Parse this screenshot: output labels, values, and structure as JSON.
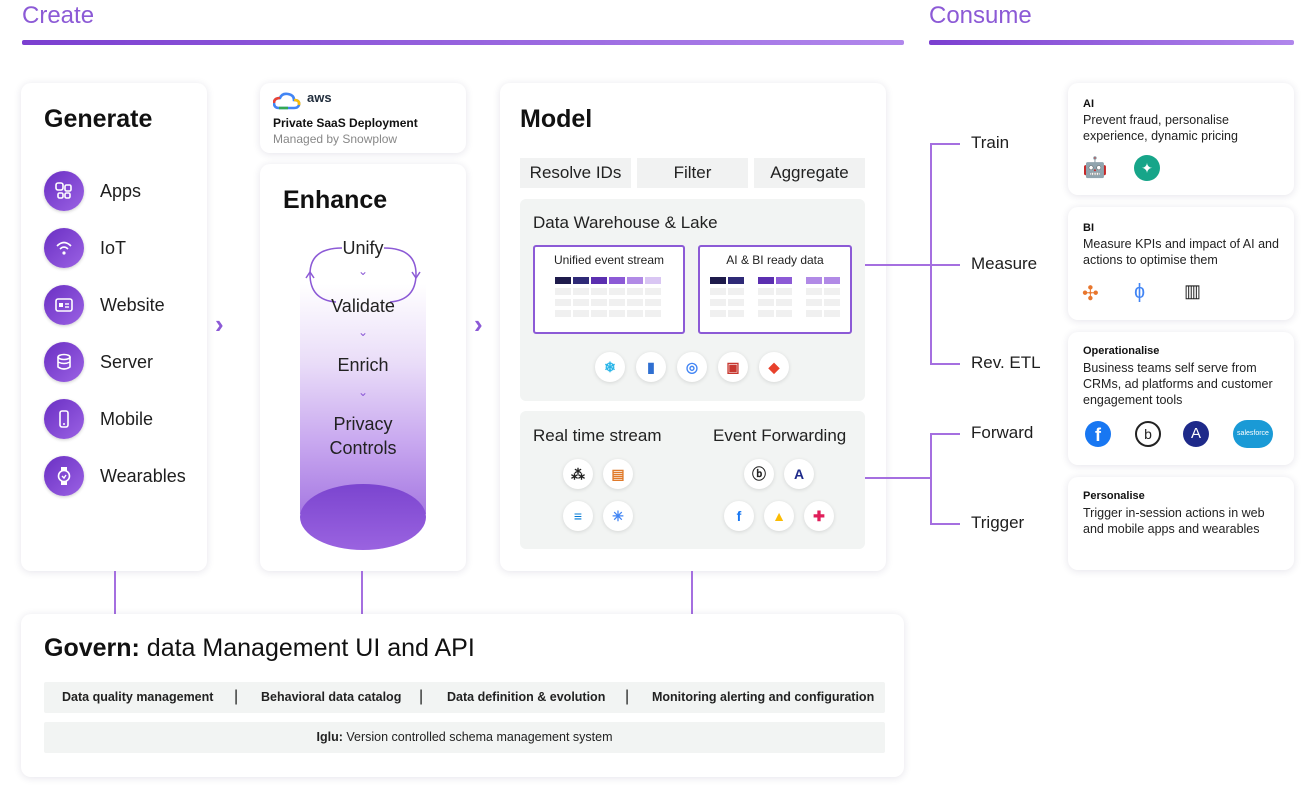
{
  "headers": {
    "create": "Create",
    "consume": "Consume"
  },
  "generate": {
    "title": "Generate",
    "items": [
      {
        "label": "Apps",
        "icon": "apps-icon"
      },
      {
        "label": "IoT",
        "icon": "wifi-icon"
      },
      {
        "label": "Website",
        "icon": "website-icon"
      },
      {
        "label": "Server",
        "icon": "database-icon"
      },
      {
        "label": "Mobile",
        "icon": "mobile-icon"
      },
      {
        "label": "Wearables",
        "icon": "watch-icon"
      }
    ]
  },
  "deployment": {
    "logo_text": "aws",
    "title": "Private SaaS Deployment",
    "subtitle": "Managed by Snowplow"
  },
  "enhance": {
    "title": "Enhance",
    "steps": [
      "Unify",
      "Validate",
      "Enrich",
      "Privacy",
      "Controls"
    ]
  },
  "model": {
    "title": "Model",
    "pills": [
      "Resolve IDs",
      "Filter",
      "Aggregate"
    ],
    "warehouse_title": "Data Warehouse & Lake",
    "box1": "Unified event stream",
    "box2": "AI & BI ready data",
    "realtime": "Real time stream",
    "forwarding": "Event Forwarding"
  },
  "consume_labels": [
    "Train",
    "Measure",
    "Rev. ETL",
    "Forward",
    "Trigger"
  ],
  "consume_cards": [
    {
      "title": "AI",
      "text": "Prevent fraud, personalise experience, dynamic pricing"
    },
    {
      "title": "BI",
      "text": "Measure KPIs and impact of AI and actions to optimise them"
    },
    {
      "title": "Operationalise",
      "text": "Business teams self serve from CRMs, ad platforms and customer engagement tools",
      "logo_text": "salesforce"
    },
    {
      "title": "Personalise",
      "text": "Trigger in-session actions in web and mobile apps and wearables"
    }
  ],
  "govern": {
    "title_bold": "Govern:",
    "title_rest": " data Management UI and API",
    "items": [
      "Data quality management",
      "Behavioral data catalog",
      "Data definition & evolution",
      "Monitoring alerting and configuration"
    ],
    "separator": "|",
    "iglu_bold": "Iglu:",
    "iglu_rest": " Version controlled schema management system"
  },
  "colors": {
    "accent": "#8c5ad6",
    "dark_purple": "#2a1a5e",
    "light_purple": "#cbb3ee"
  }
}
